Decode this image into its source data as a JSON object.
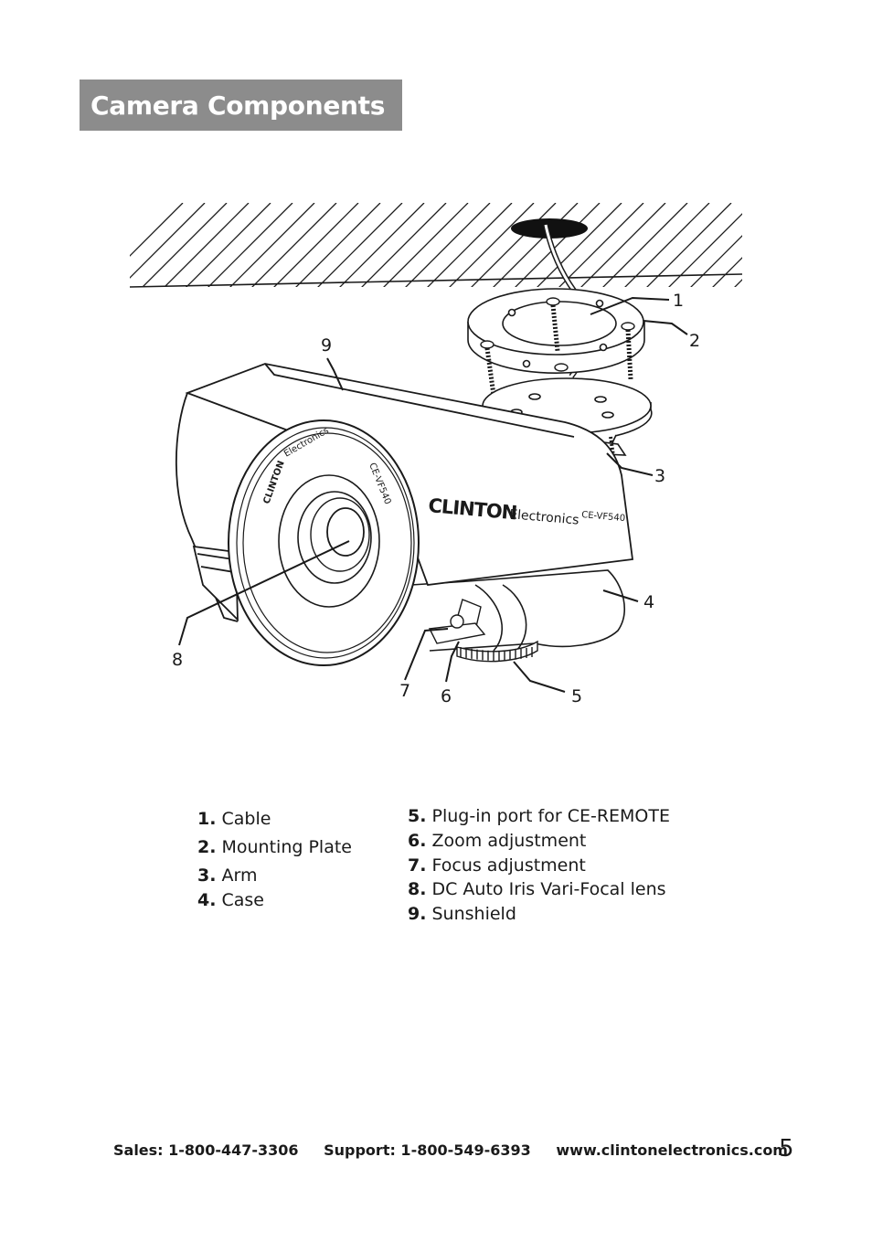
{
  "page": {
    "title": "Camera Components",
    "page_number": "5"
  },
  "diagram": {
    "callouts": [
      "1",
      "2",
      "3",
      "4",
      "5",
      "6",
      "7",
      "8",
      "9"
    ],
    "printed_text": {
      "front_brand": "CLINTON",
      "front_brand_sub": "Electronics",
      "front_model": "CE-VF540",
      "body_brand": "CLINTON",
      "body_brand_sub": "Electronics",
      "body_model": "CE-VF540"
    }
  },
  "components": {
    "left": [
      {
        "num": "1.",
        "label": "Cable"
      },
      {
        "num": "2.",
        "label": "Mounting Plate"
      },
      {
        "num": "3.",
        "label": "Arm"
      },
      {
        "num": "4.",
        "label": "Case"
      }
    ],
    "right": [
      {
        "num": "5.",
        "label": "Plug-in port for CE-REMOTE"
      },
      {
        "num": "6.",
        "label": "Zoom adjustment"
      },
      {
        "num": "7.",
        "label": "Focus adjustment"
      },
      {
        "num": "8.",
        "label": "DC Auto Iris Vari-Focal lens"
      },
      {
        "num": "9.",
        "label": "Sunshield"
      }
    ]
  },
  "footer": {
    "sales": "Sales:  1-800-447-3306",
    "support": "Support:  1-800-549-6393",
    "website": "www.clintonelectronics.com"
  }
}
